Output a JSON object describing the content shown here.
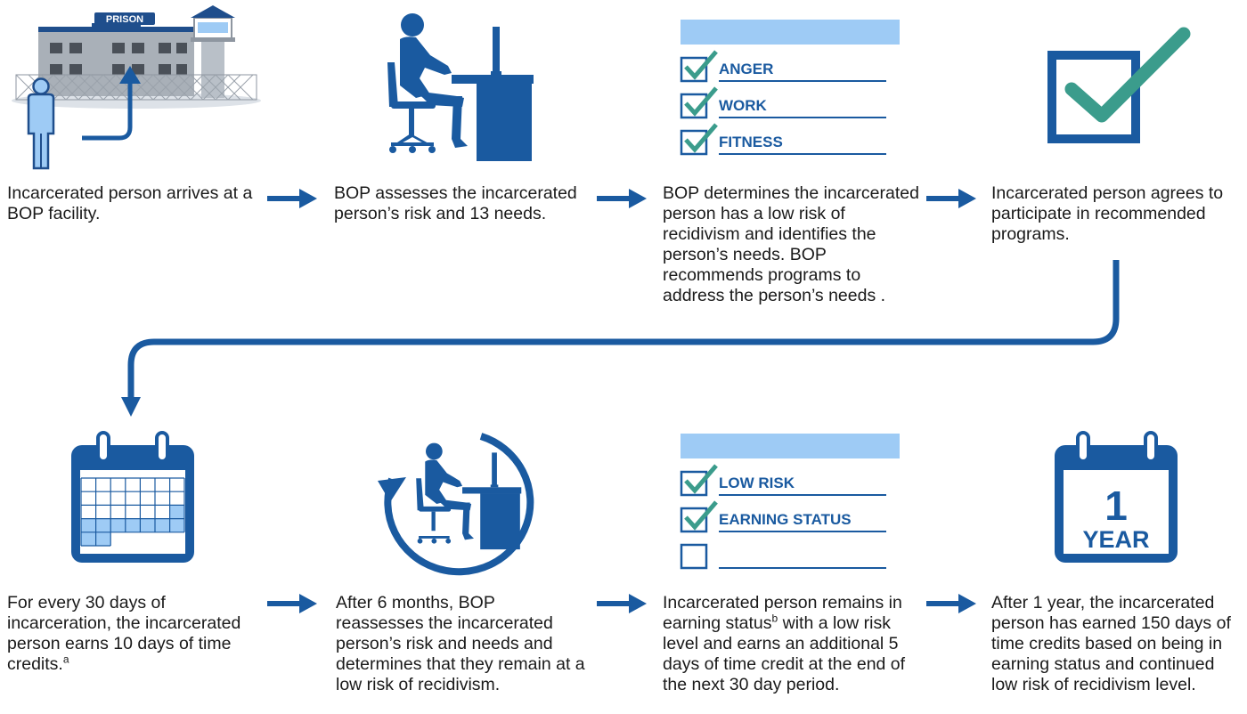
{
  "colors": {
    "primary": "#1a5aa0",
    "light": "#9ecbf5",
    "teal": "#3b9c8c",
    "gray": "#8e96a0"
  },
  "icons": {
    "prison": {
      "sign": "PRISON"
    },
    "checklist1": {
      "items": [
        "ANGER",
        "WORK",
        "FITNESS"
      ]
    },
    "checklist2": {
      "items": [
        "LOW RISK",
        "EARNING STATUS",
        ""
      ]
    },
    "calendar_year": {
      "number": "1",
      "unit": "YEAR"
    }
  },
  "steps": [
    {
      "text": "Incarcerated person arrives at a BOP facility."
    },
    {
      "text": "BOP assesses the incarcerated person’s risk and 13 needs."
    },
    {
      "text": "BOP determines the incarcerated person has a low risk of recidivism and identifies the person’s needs. BOP recommends programs to address the person’s needs ."
    },
    {
      "text": "Incarcerated person agrees to participate in recommended programs."
    },
    {
      "text": "For every 30 days of incarceration, the incarcerated person earns 10 days of time credits.",
      "note": "a"
    },
    {
      "text": "After 6 months, BOP reassesses the incarcerated person’s risk and needs and determines that they remain at a low risk of recidivism."
    },
    {
      "text_before": "Incarcerated person remains in earning status",
      "note": "b",
      "text_after": " with a low risk level and earns an additional 5 days of time credit at the end of the next 30 day period."
    },
    {
      "text": "After 1 year, the incarcerated person has earned 150 days of time credits based on being in earning status and continued low risk of recidivism level."
    }
  ]
}
